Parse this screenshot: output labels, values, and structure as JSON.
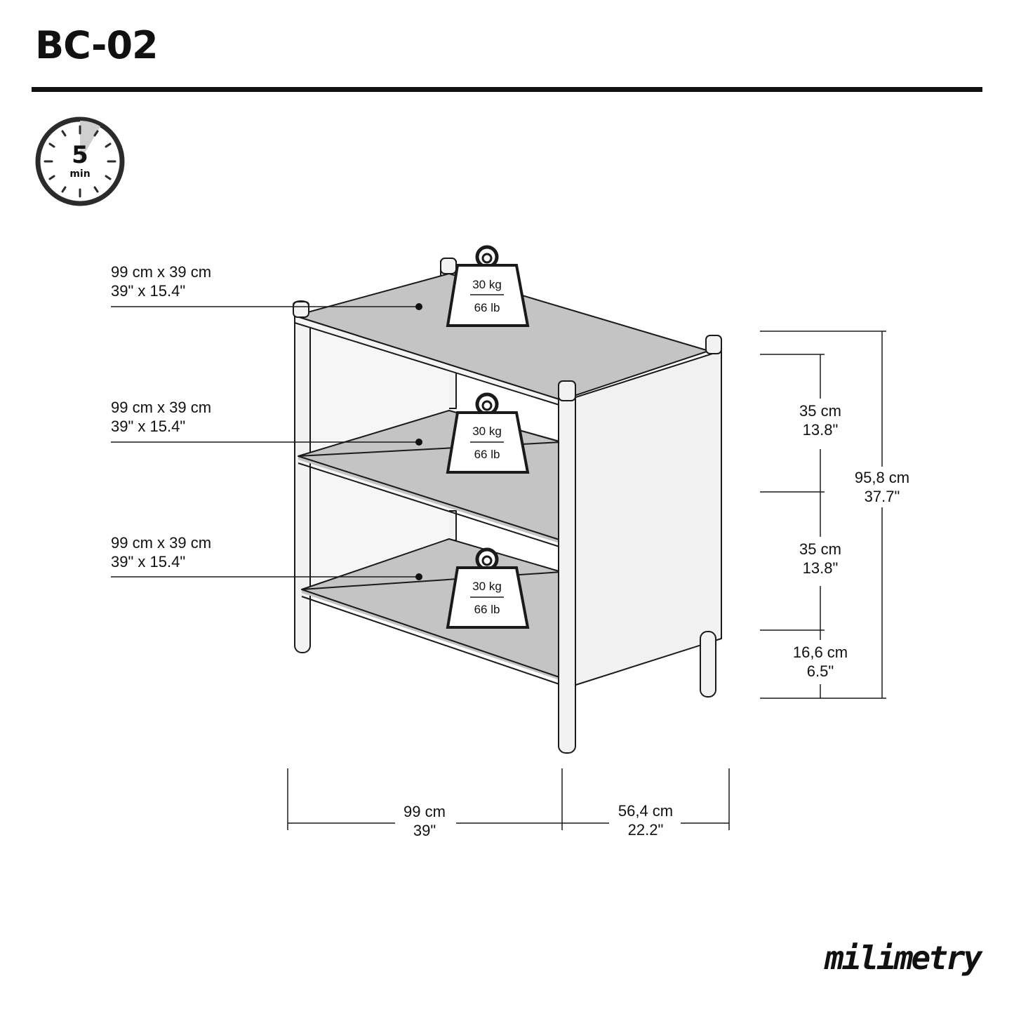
{
  "title": "BC-02",
  "timer": {
    "value": "5",
    "unit": "min",
    "icon": "stopwatch-icon"
  },
  "shelves": [
    {
      "size_cm": "99 cm x 39 cm",
      "size_in": "39\" x 15.4\"",
      "load_kg": "30 kg",
      "load_lb": "66 lb"
    },
    {
      "size_cm": "99 cm x 39 cm",
      "size_in": "39\" x 15.4\"",
      "load_kg": "30 kg",
      "load_lb": "66 lb"
    },
    {
      "size_cm": "99 cm x 39 cm",
      "size_in": "39\" x 15.4\"",
      "load_kg": "30 kg",
      "load_lb": "66 lb"
    }
  ],
  "dimensions": {
    "upper_gap": {
      "cm": "35 cm",
      "in": "13.8\""
    },
    "lower_gap": {
      "cm": "35 cm",
      "in": "13.8\""
    },
    "leg_height": {
      "cm": "16,6 cm",
      "in": "6.5\""
    },
    "total_height": {
      "cm": "95,8 cm",
      "in": "37.7\""
    },
    "width": {
      "cm": "99 cm",
      "in": "39\""
    },
    "depth": {
      "cm": "56,4 cm",
      "in": "22.2\""
    }
  },
  "brand": "milimetry"
}
